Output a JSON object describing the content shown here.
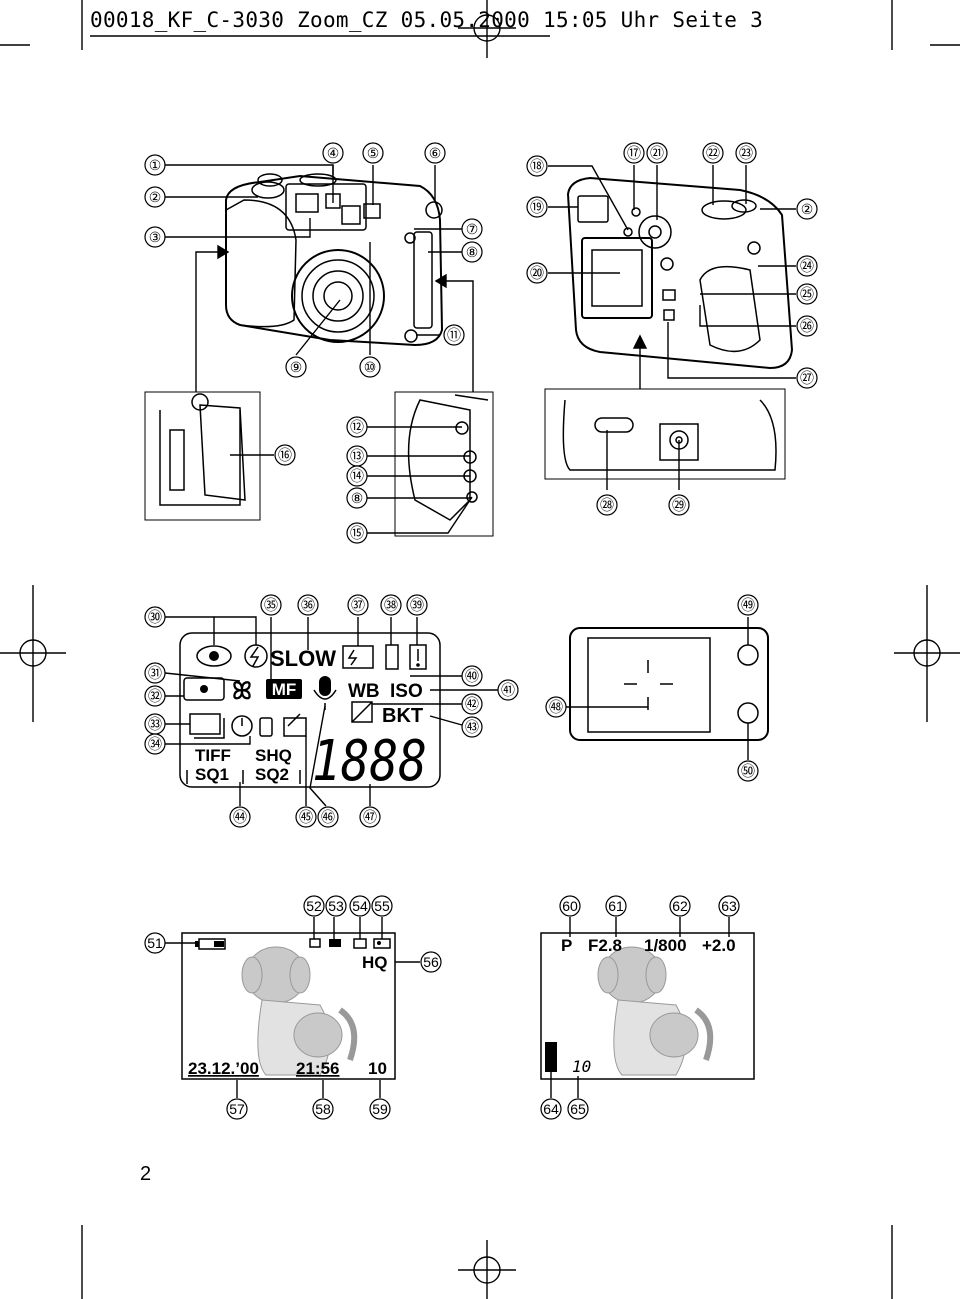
{
  "header": {
    "text": "00018_KF_C-3030 Zoom_CZ  05.05.2000  15:05 Uhr  Seite 3"
  },
  "page_number": "2",
  "callouts": {
    "c1": "①",
    "c2": "②",
    "c3": "③",
    "c4": "④",
    "c5": "⑤",
    "c6": "⑥",
    "c7": "⑦",
    "c8": "⑧",
    "c9": "⑨",
    "c10": "⑩",
    "c11": "⑪",
    "c12": "⑫",
    "c13": "⑬",
    "c14": "⑭",
    "c15": "⑮",
    "c16": "⑯",
    "c17": "⑰",
    "c18": "⑱",
    "c19": "⑲",
    "c20": "⑳",
    "c21": "㉑",
    "c22": "㉒",
    "c23": "㉓",
    "c24": "㉔",
    "c25": "㉕",
    "c26": "㉖",
    "c27": "㉗",
    "c28": "㉘",
    "c29": "㉙",
    "c30": "㉚",
    "c31": "㉛",
    "c32": "㉜",
    "c33": "㉝",
    "c34": "㉞",
    "c35": "㉟",
    "c36": "㊱",
    "c37": "㊲",
    "c38": "㊳",
    "c39": "㊴",
    "c40": "㊵",
    "c41": "㊶",
    "c42": "㊷",
    "c43": "㊸",
    "c44": "㊹",
    "c45": "㊺",
    "c46": "㊻",
    "c47": "㊼",
    "c48": "㊽",
    "c49": "㊾",
    "c50": "㊿",
    "c51": "51",
    "c52": "52",
    "c53": "53",
    "c54": "54",
    "c55": "55",
    "c56": "56",
    "c57": "57",
    "c58": "58",
    "c59": "59",
    "c60": "60",
    "c61": "61",
    "c62": "62",
    "c63": "63",
    "c64": "64",
    "c65": "65"
  },
  "lcd_panel": {
    "slow": "SLOW",
    "mf": "MF",
    "wb": "WB",
    "iso": "ISO",
    "bkt": "BKT",
    "tiff": "TIFF",
    "shq": "SHQ",
    "sq1": "SQ1",
    "sq2": "SQ2",
    "digits": "1888"
  },
  "monitor_left": {
    "quality": "HQ",
    "date": "23.12.’00",
    "time": "21:56",
    "frames": "10"
  },
  "monitor_right": {
    "mode": "P",
    "aperture": "F2.8",
    "shutter": "1/800",
    "exposure": "+2.0",
    "count": "10"
  }
}
